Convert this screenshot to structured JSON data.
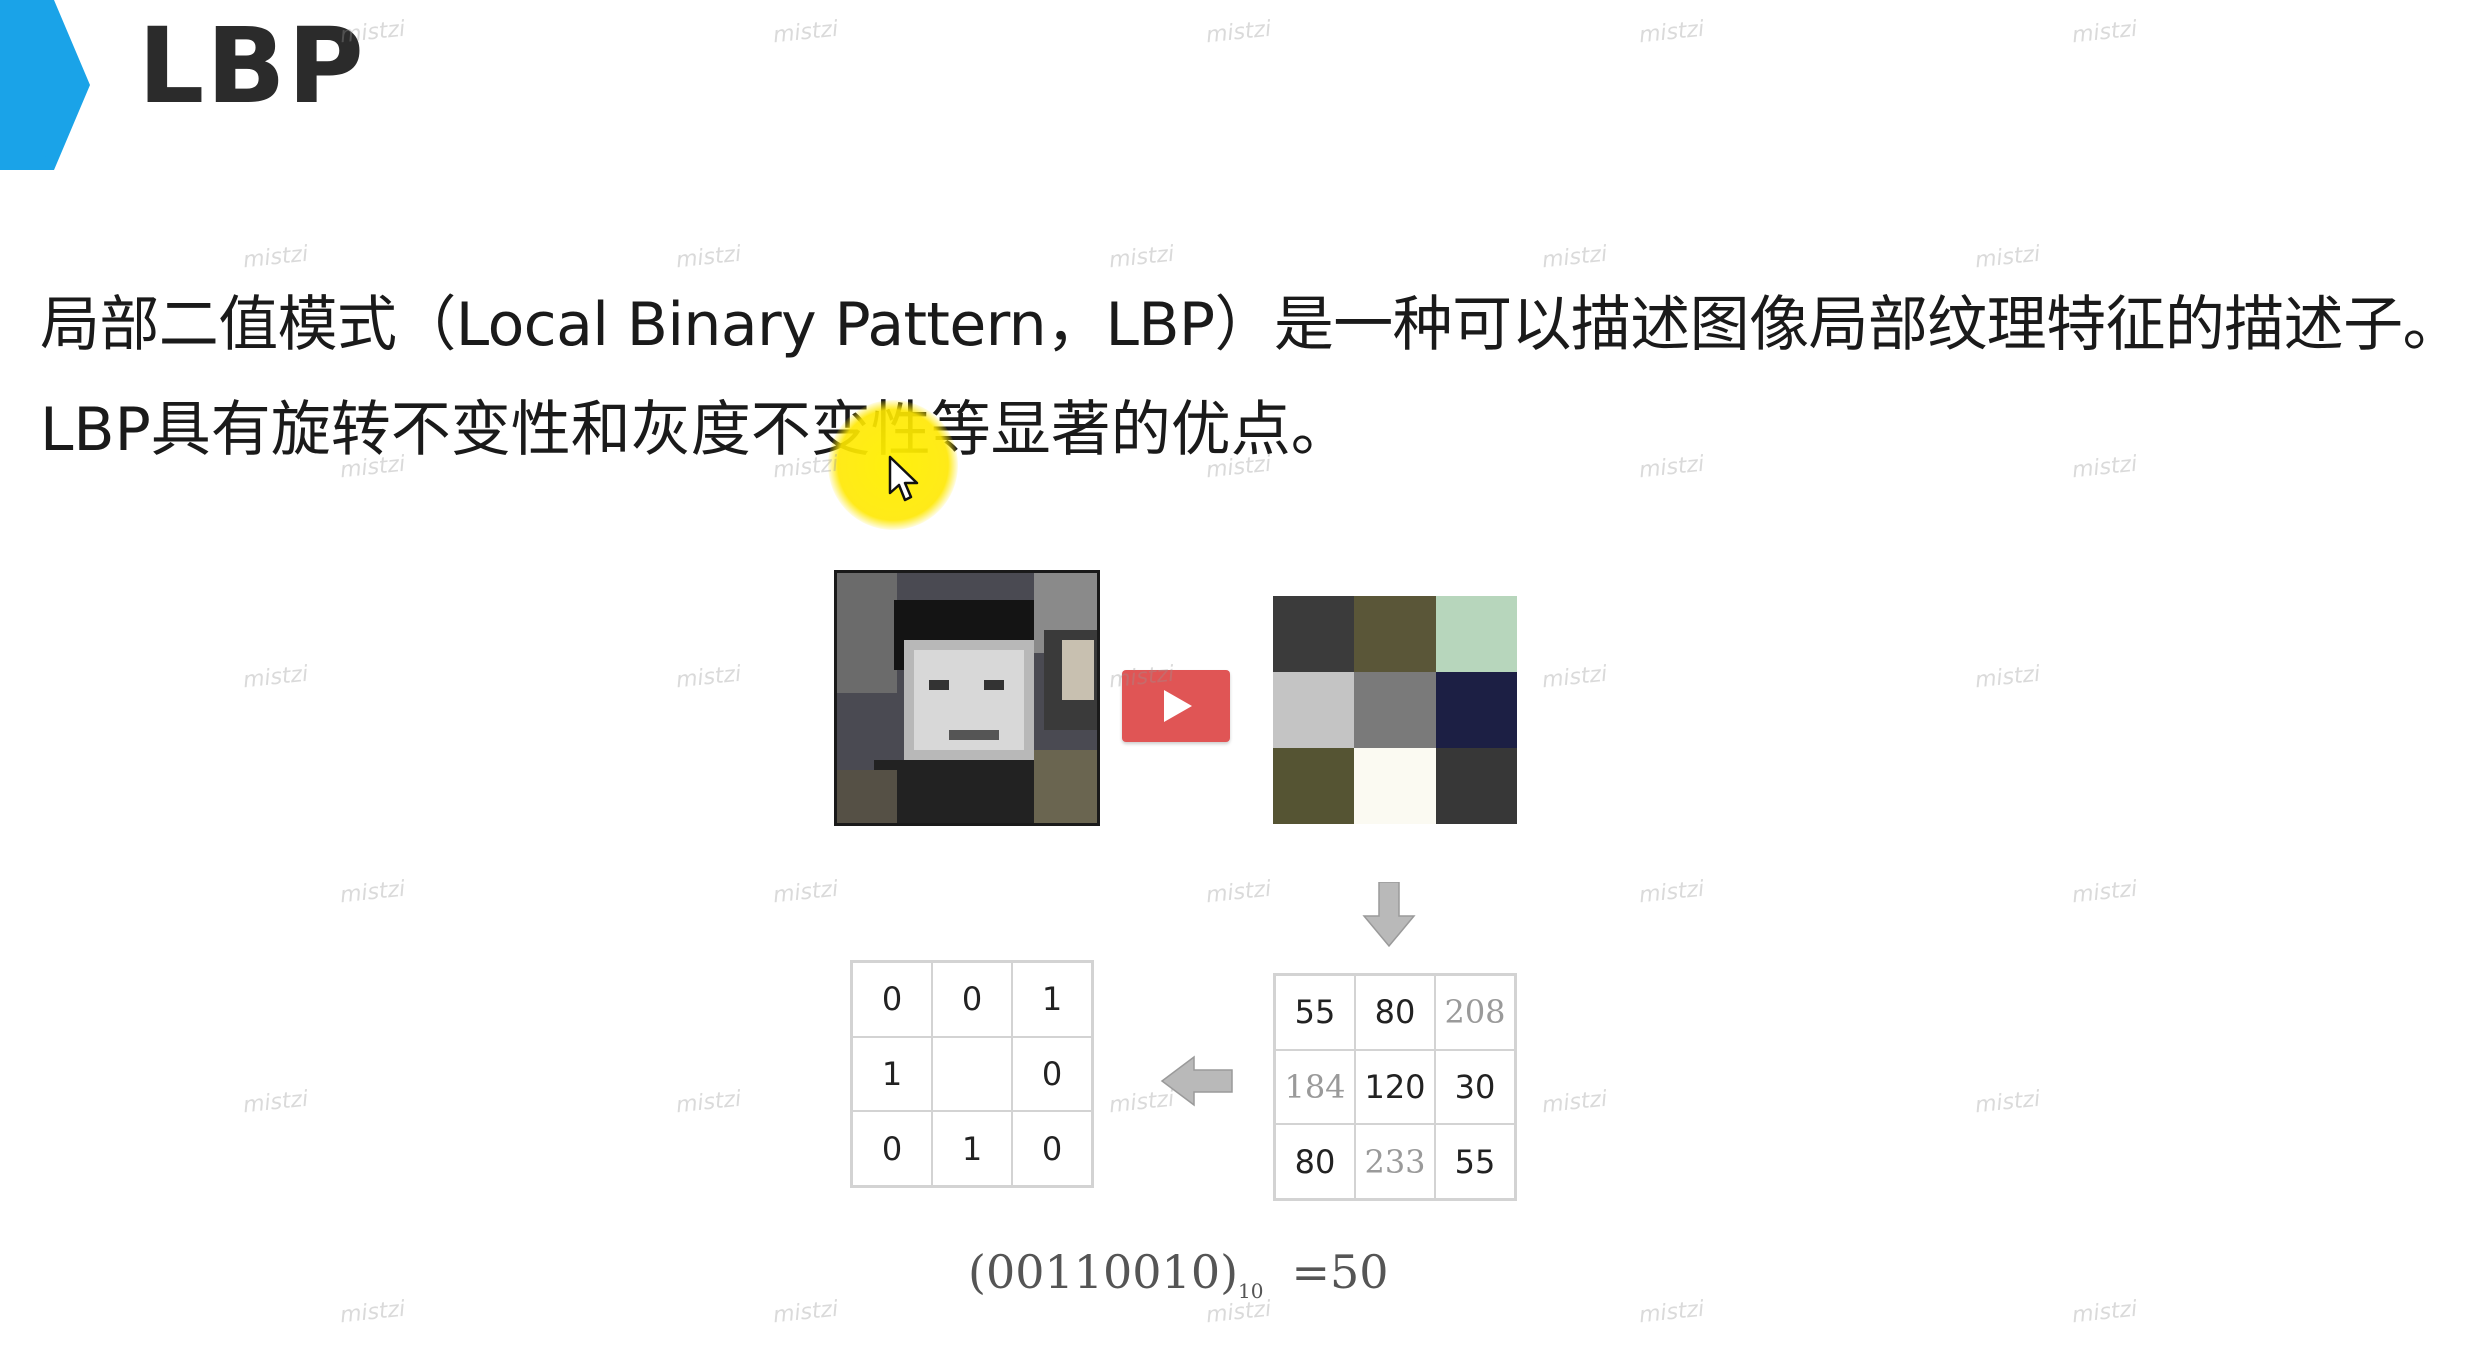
{
  "slide": {
    "title": "LBP",
    "paragraph_line1": "局部二值模式（Local Binary Pattern，LBP）是一种可以描述图像局部纹理特征的描述子。",
    "paragraph_line2": "LBP具有旋转不变性和灰度不变性等显著的优点。",
    "accent_color": "#1aa3e8"
  },
  "figure": {
    "color_grid": [
      "#3b3b3b",
      "#5a5638",
      "#b7d6bc",
      "#c4c4c4",
      "#7a7a7a",
      "#1c1f44",
      "#555433",
      "#fbfaf2",
      "#373737"
    ],
    "pixel_values": [
      {
        "v": "55",
        "tone": "dark"
      },
      {
        "v": "80",
        "tone": "dark"
      },
      {
        "v": "208",
        "tone": "light"
      },
      {
        "v": "184",
        "tone": "light"
      },
      {
        "v": "120",
        "tone": "dark"
      },
      {
        "v": "30",
        "tone": "dark"
      },
      {
        "v": "80",
        "tone": "dark"
      },
      {
        "v": "233",
        "tone": "light"
      },
      {
        "v": "55",
        "tone": "dark"
      }
    ],
    "binary_values": [
      "0",
      "0",
      "1",
      "1",
      "",
      "0",
      "0",
      "1",
      "0"
    ],
    "formula_main": "(00110010)",
    "formula_sub": "10",
    "formula_result": "=50"
  },
  "player": {
    "play_icon": "play-icon"
  },
  "watermark": {
    "text": "mistzi"
  }
}
